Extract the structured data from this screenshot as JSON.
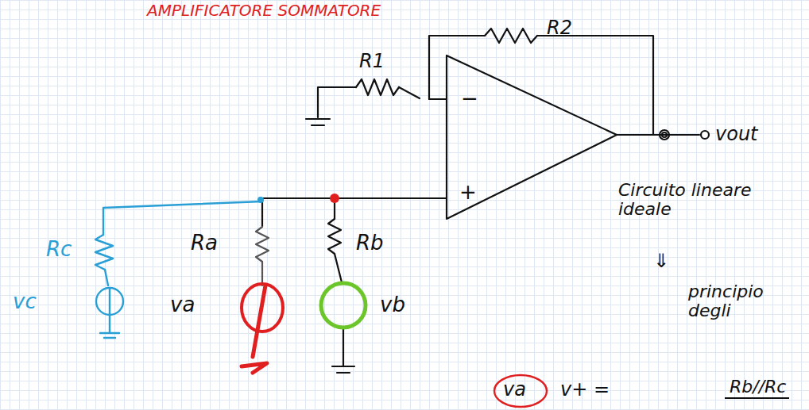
{
  "diagram": {
    "title": "AMPLIFICATORE SOMMATORE",
    "labels": [
      "R2",
      "R1",
      "−",
      "+",
      "vout",
      "Circuito lineare ideale",
      "⇓",
      "principio degli",
      "Rc",
      "vc",
      "Ra",
      "va",
      "Rb",
      "vb",
      "va",
      "v+ =",
      "Rb//Rc"
    ]
  }
}
